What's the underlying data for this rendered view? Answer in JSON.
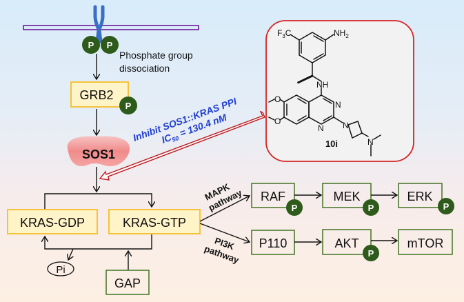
{
  "membrane": {
    "phospho_label_line1": "Phosphate group",
    "phospho_label_line2": "dissociation"
  },
  "phospho_symbol": "P",
  "nodes": {
    "grb2": "GRB2",
    "sos1": "SOS1",
    "kras_gdp": "KRAS-GDP",
    "kras_gtp": "KRAS-GTP",
    "pi": "Pi",
    "gap": "GAP",
    "raf": "RAF",
    "mek": "MEK",
    "erk": "ERK",
    "p110": "P110",
    "akt": "AKT",
    "mtor": "mTOR"
  },
  "pathways": {
    "mapk_line1": "MAPK",
    "mapk_line2": "pathway",
    "pi3k_line1": "PI3K",
    "pi3k_line2": "pathway"
  },
  "inhibition": {
    "line1": "Inhibit SOS1::KRAS PPI",
    "ic_prefix": "IC",
    "ic_sub": "50",
    "ic_value": " = 130.4 nM"
  },
  "compound": {
    "name": "10i",
    "f3c": "F",
    "f3c_sub": "3",
    "f3c_c": "C",
    "nh2": "NH",
    "nh2_sub": "2",
    "nh": "NH",
    "n_label": "N",
    "o_label": "O"
  },
  "colors": {
    "membrane": "#7a2fa3",
    "receptor": "#3a6fc6",
    "phospho": "#2e5a1c",
    "inhibit_arrow": "#c0171b",
    "inhibit_text": "#1f3fd0",
    "compound_border": "#d82222"
  }
}
